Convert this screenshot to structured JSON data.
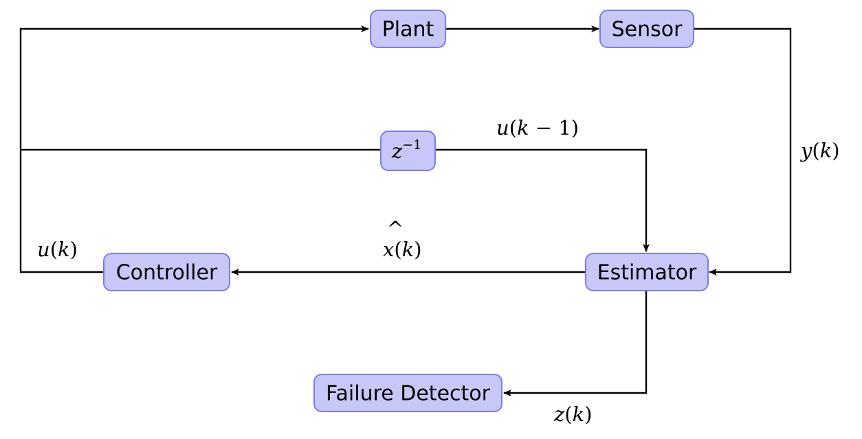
{
  "blocks": {
    "plant": "Plant",
    "sensor": "Sensor",
    "delay": "z",
    "delay_exp": "−1",
    "estimator": "Estimator",
    "controller": "Controller",
    "failure_detector": "Failure Detector"
  },
  "signals": {
    "u_k_minus_1": {
      "var": "u",
      "arg": "k",
      "rest": " − 1"
    },
    "y_k": {
      "var": "y",
      "arg": "k"
    },
    "u_k": {
      "var": "u",
      "arg": "k"
    },
    "x_hat_k": {
      "hat": "^",
      "var": "x",
      "arg": "k"
    },
    "z_k": {
      "var": "z",
      "arg": "k"
    }
  }
}
